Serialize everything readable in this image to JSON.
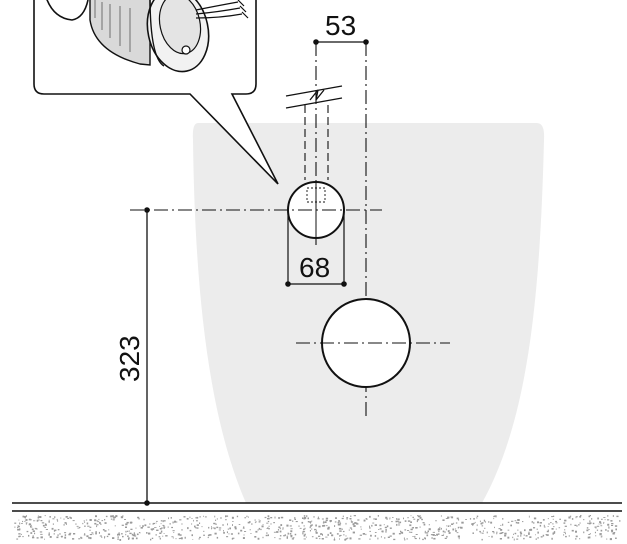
{
  "dimensions": {
    "horizontal_offset": "53",
    "pipe_diameter": "68",
    "height_from_floor": "323"
  },
  "colors": {
    "toilet_silhouette": "#ececec",
    "lines": "#111111",
    "floor_texture": "#9a9a9a"
  },
  "icons": {
    "inset_detail": "electrical-box-with-cables-icon"
  }
}
